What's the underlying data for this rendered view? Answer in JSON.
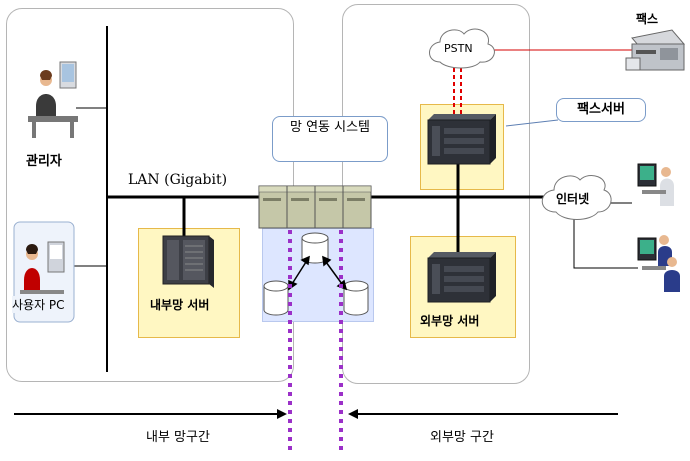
{
  "labels": {
    "admin": "관리자",
    "user_pc": "사용자 PC",
    "lan": "LAN (Gigabit)",
    "internal_server": "내부망 서버",
    "gateway_system": "망 연동 시스템",
    "pstn": "PSTN",
    "fax": "팩스",
    "fax_server": "팩스서버",
    "internet": "인터넷",
    "external_server": "외부망 서버",
    "internal_section": "내부 망구간",
    "external_section": "외부망 구간"
  },
  "colors": {
    "server_box_fill": "#fff7c2",
    "server_box_border": "#e6b94a",
    "db_zone_fill": "#dde6ff",
    "divider": "#9b30c8",
    "pstn_link": "#e00000"
  }
}
